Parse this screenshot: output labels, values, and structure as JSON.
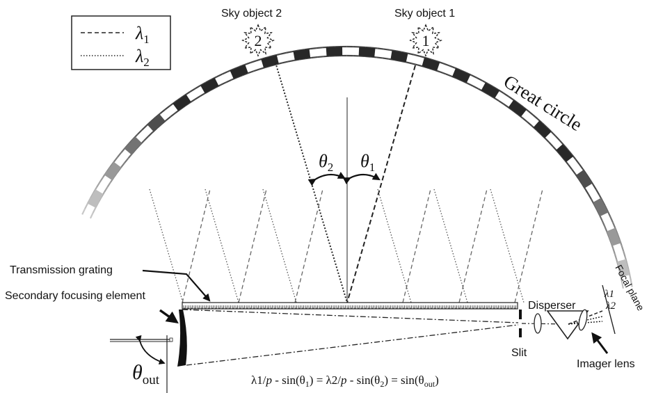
{
  "legend": {
    "line1": "λ",
    "line1_sub": "1",
    "line2": "λ",
    "line2_sub": "2"
  },
  "sky_objects": [
    {
      "label": "Sky object 2",
      "number": "2"
    },
    {
      "label": "Sky object 1",
      "number": "1"
    }
  ],
  "great_circle": "Great circle",
  "angles": {
    "theta2": "θ",
    "theta2_sub": "2",
    "theta1": "θ",
    "theta1_sub": "1",
    "theta_out": "θ",
    "theta_out_sub": "out"
  },
  "labels": {
    "transmission_grating": "Transmission grating",
    "secondary_focusing": "Secondary focusing element",
    "disperser": "Disperser",
    "focal_plane": "Focal plane",
    "lambda1": "λ1",
    "lambda2": "λ2",
    "slit": "Slit",
    "imager_lens": "Imager lens"
  },
  "equation": {
    "p1": "λ1/",
    "p2": "p",
    "p3": " - sin(θ",
    "p4": "1",
    "p5": ") = λ2/",
    "p6": "p",
    "p7": " - sin(θ",
    "p8": "2",
    "p9": ") = sin(θ",
    "p10": "out",
    "p11": ")"
  }
}
